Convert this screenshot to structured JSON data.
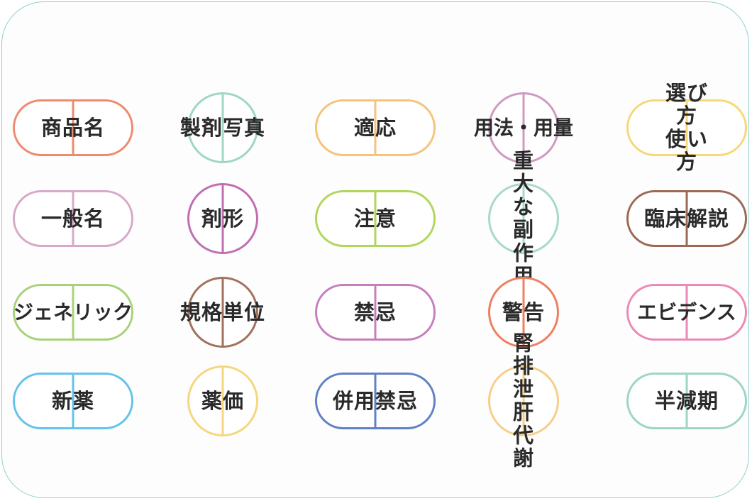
{
  "badges": [
    {
      "id": "shohinmei",
      "label": "商品名",
      "shape": "pill",
      "color": "#ef8a6e"
    },
    {
      "id": "seizai-shashin",
      "label": "製剤写真",
      "shape": "circle",
      "color": "#9fd6c8"
    },
    {
      "id": "tekio",
      "label": "適応",
      "shape": "pill",
      "color": "#f5c37a"
    },
    {
      "id": "yoho-yoryo",
      "label": "用法・用量",
      "shape": "circle",
      "color": "#cf9ac0"
    },
    {
      "id": "erabikata",
      "label": "選び方\n使い方",
      "shape": "pill",
      "color": "#f6d879"
    },
    {
      "id": "ippanmei",
      "label": "一般名",
      "shape": "pill",
      "color": "#d7a9c9"
    },
    {
      "id": "zaikei",
      "label": "剤形",
      "shape": "circle",
      "color": "#c06fb3"
    },
    {
      "id": "chui",
      "label": "注意",
      "shape": "pill",
      "color": "#b1d65b"
    },
    {
      "id": "judai-fukusayo",
      "label": "重大な\n副作用",
      "shape": "circle",
      "color": "#a7d9cc"
    },
    {
      "id": "rinsho-kaisetsu",
      "label": "臨床解説",
      "shape": "pill",
      "color": "#9b6a55"
    },
    {
      "id": "generic",
      "label": "ジェネリック",
      "shape": "pill",
      "color": "#a8d27a"
    },
    {
      "id": "kikaku-tani",
      "label": "規格単位",
      "shape": "circle",
      "color": "#a2725d"
    },
    {
      "id": "kinki",
      "label": "禁忌",
      "shape": "pill",
      "color": "#c67fbd"
    },
    {
      "id": "keikoku",
      "label": "警告",
      "shape": "circle",
      "color": "#ee8062"
    },
    {
      "id": "evidence",
      "label": "エビデンス",
      "shape": "pill",
      "color": "#ec8ab5"
    },
    {
      "id": "shinyaku",
      "label": "新薬",
      "shape": "pill",
      "color": "#63c3ea"
    },
    {
      "id": "yakka",
      "label": "薬価",
      "shape": "circle",
      "color": "#f6d67e"
    },
    {
      "id": "heiyo-kinki",
      "label": "併用禁忌",
      "shape": "pill",
      "color": "#5f82c5"
    },
    {
      "id": "jin-haisetsu",
      "label": "腎排泄\n肝代謝",
      "shape": "circle",
      "color": "#f6cf8a"
    },
    {
      "id": "hangenki",
      "label": "半減期",
      "shape": "pill",
      "color": "#9ed5c3"
    }
  ]
}
